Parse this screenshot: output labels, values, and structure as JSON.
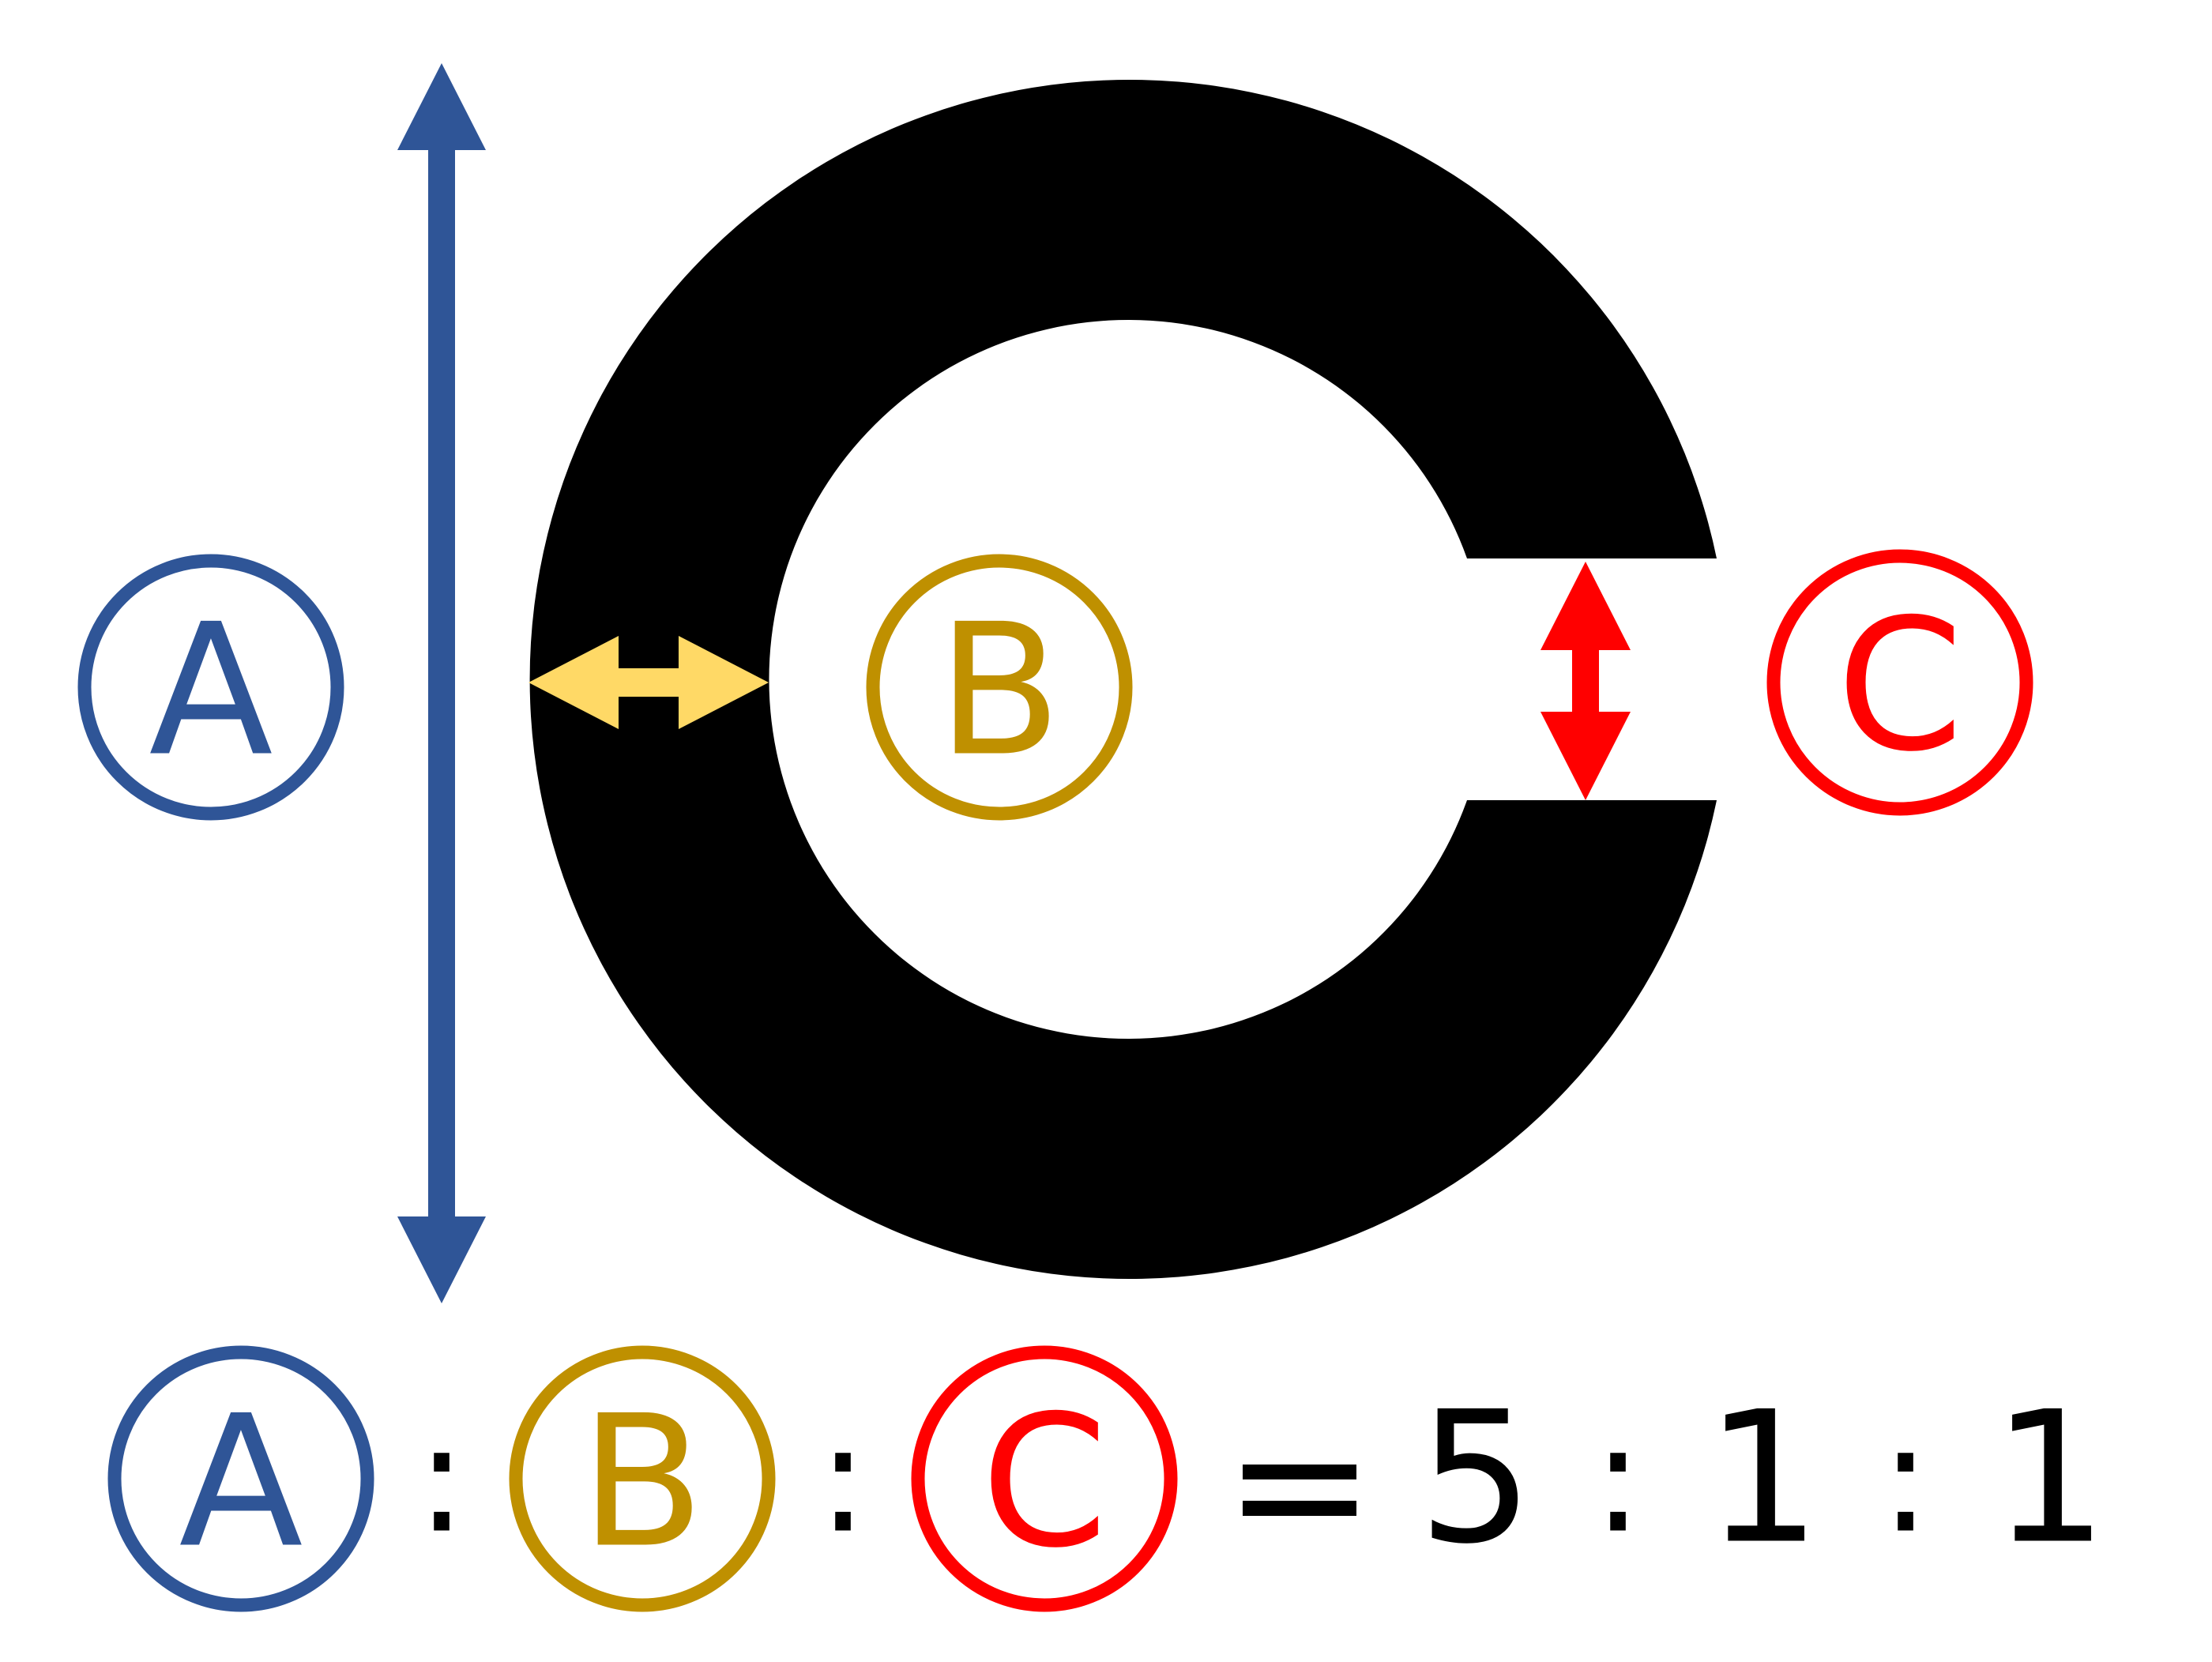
{
  "diagram": {
    "labels": {
      "a": "A",
      "b": "B",
      "c": "C"
    },
    "equation": {
      "sep": ":",
      "equals": "=",
      "ratio_a": "5",
      "ratio_b": "1",
      "ratio_c": "1"
    }
  },
  "colors": {
    "blue": "#2f5597",
    "gold": "#bf9000",
    "light_gold": "#ffd966",
    "red": "#ff0000",
    "ring": "#000000",
    "text": "#000000"
  }
}
